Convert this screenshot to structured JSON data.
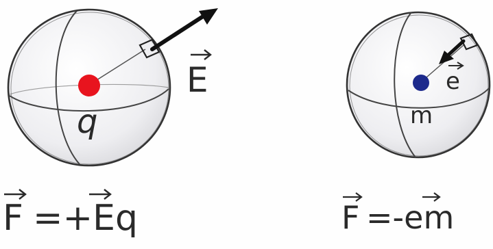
{
  "colors": {
    "charge_dot": "#e8141e",
    "mass_dot": "#1d2a8c",
    "sphere_fill": "#f3f3f5",
    "ink": "#2a2a2a",
    "arrow": "#111111"
  },
  "left": {
    "charge_label": "q",
    "field_label": "E",
    "equation": {
      "lhs": "F",
      "rhs": "=+Eq"
    }
  },
  "right": {
    "mass_label": "m",
    "field_label": "e",
    "equation": {
      "lhs": "F",
      "rhs": "=-em"
    }
  }
}
